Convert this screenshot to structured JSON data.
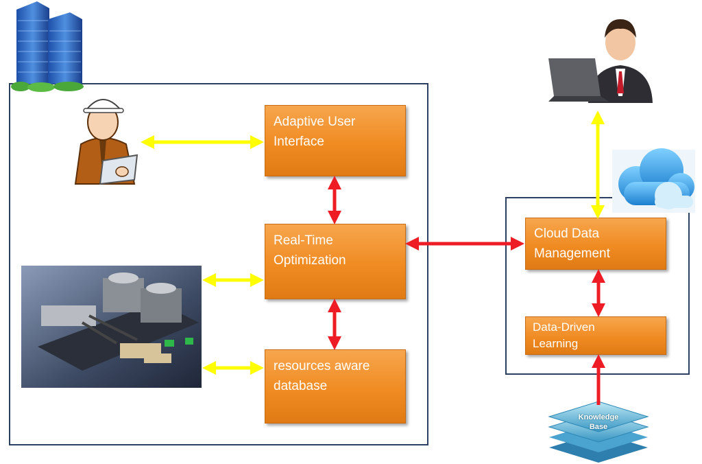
{
  "boxes": {
    "adaptive_ui": {
      "line1": "Adaptive User",
      "line2": "Interface"
    },
    "realtime_opt": {
      "line1": "Real-Time",
      "line2": "Optimization"
    },
    "resources_db": {
      "line1": "resources aware",
      "line2": "database"
    },
    "cloud_data": {
      "line1": "Cloud Data",
      "line2": "Management"
    },
    "data_driven": {
      "line1": "Data-Driven",
      "line2": "Learning"
    }
  },
  "knowledge_base": {
    "line1": "Knowledge",
    "line2": "Base"
  },
  "colors": {
    "box_fill": "#f0912a",
    "box_border": "#c86a10",
    "frame": "#2b4060",
    "arrow_red": "#ee1c24",
    "arrow_yellow": "#ffff00",
    "cloud": "#3aa0df",
    "knowledge_base": "#6fc3dc"
  },
  "icons": [
    "office-buildings-icon",
    "engineer-with-clipboard-icon",
    "hvac-plant-machinery-image",
    "businessman-laptop-icon",
    "cloud-icon",
    "knowledge-base-stack-icon"
  ]
}
